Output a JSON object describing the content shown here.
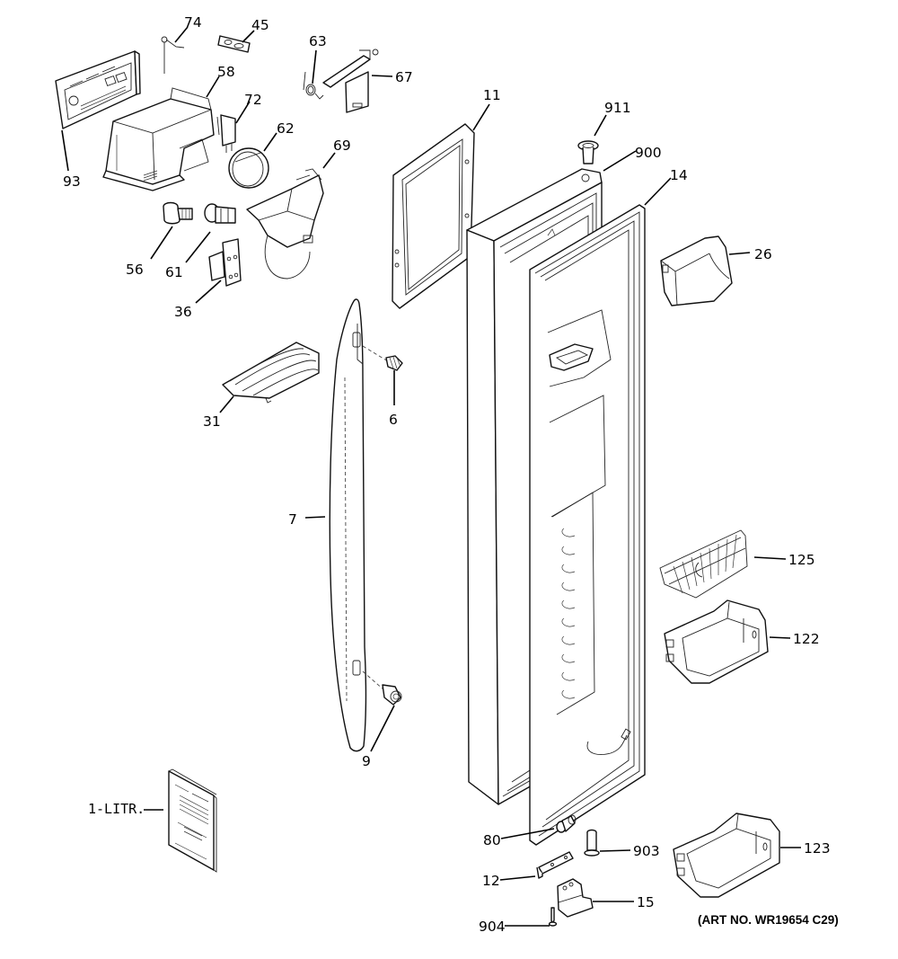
{
  "diagram": {
    "title": "Refrigerator fresh food door exploded parts diagram",
    "art_number": "(ART NO. WR19654 C29)",
    "callouts": [
      {
        "id": "c74",
        "label": "74",
        "part": "spring"
      },
      {
        "id": "c45",
        "label": "45",
        "part": "bracket-plate"
      },
      {
        "id": "c63",
        "label": "63",
        "part": "torsion-spring"
      },
      {
        "id": "c67",
        "label": "67",
        "part": "actuator-arm"
      },
      {
        "id": "c58",
        "label": "58",
        "part": "dispenser-housing"
      },
      {
        "id": "c72",
        "label": "72",
        "part": "switch"
      },
      {
        "id": "c62",
        "label": "62",
        "part": "ring"
      },
      {
        "id": "c69",
        "label": "69",
        "part": "funnel-chute"
      },
      {
        "id": "c93",
        "label": "93",
        "part": "control-panel"
      },
      {
        "id": "c56",
        "label": "56",
        "part": "lamp-bulb"
      },
      {
        "id": "c61",
        "label": "61",
        "part": "lamp-socket"
      },
      {
        "id": "c36",
        "label": "36",
        "part": "solenoid"
      },
      {
        "id": "c11",
        "label": "11",
        "part": "dispenser-frame"
      },
      {
        "id": "c911",
        "label": "911",
        "part": "bushing"
      },
      {
        "id": "c900",
        "label": "900",
        "part": "door-assembly"
      },
      {
        "id": "c14",
        "label": "14",
        "part": "door-gasket"
      },
      {
        "id": "c26",
        "label": "26",
        "part": "dairy-bin"
      },
      {
        "id": "c31",
        "label": "31",
        "part": "drip-tray"
      },
      {
        "id": "c6",
        "label": "6",
        "part": "handle-screw-top"
      },
      {
        "id": "c7",
        "label": "7",
        "part": "door-handle"
      },
      {
        "id": "c125",
        "label": "125",
        "part": "wire-shelf"
      },
      {
        "id": "c122",
        "label": "122",
        "part": "door-bin"
      },
      {
        "id": "c9",
        "label": "9",
        "part": "handle-screw-bottom"
      },
      {
        "id": "c1",
        "label": "1-LITR.",
        "part": "literature"
      },
      {
        "id": "c80",
        "label": "80",
        "part": "door-stop"
      },
      {
        "id": "c903",
        "label": "903",
        "part": "hinge-pin"
      },
      {
        "id": "c12",
        "label": "12",
        "part": "door-stop-bracket"
      },
      {
        "id": "c15",
        "label": "15",
        "part": "hinge"
      },
      {
        "id": "c904",
        "label": "904",
        "part": "screw"
      },
      {
        "id": "c123",
        "label": "123",
        "part": "door-bin-large"
      }
    ]
  }
}
